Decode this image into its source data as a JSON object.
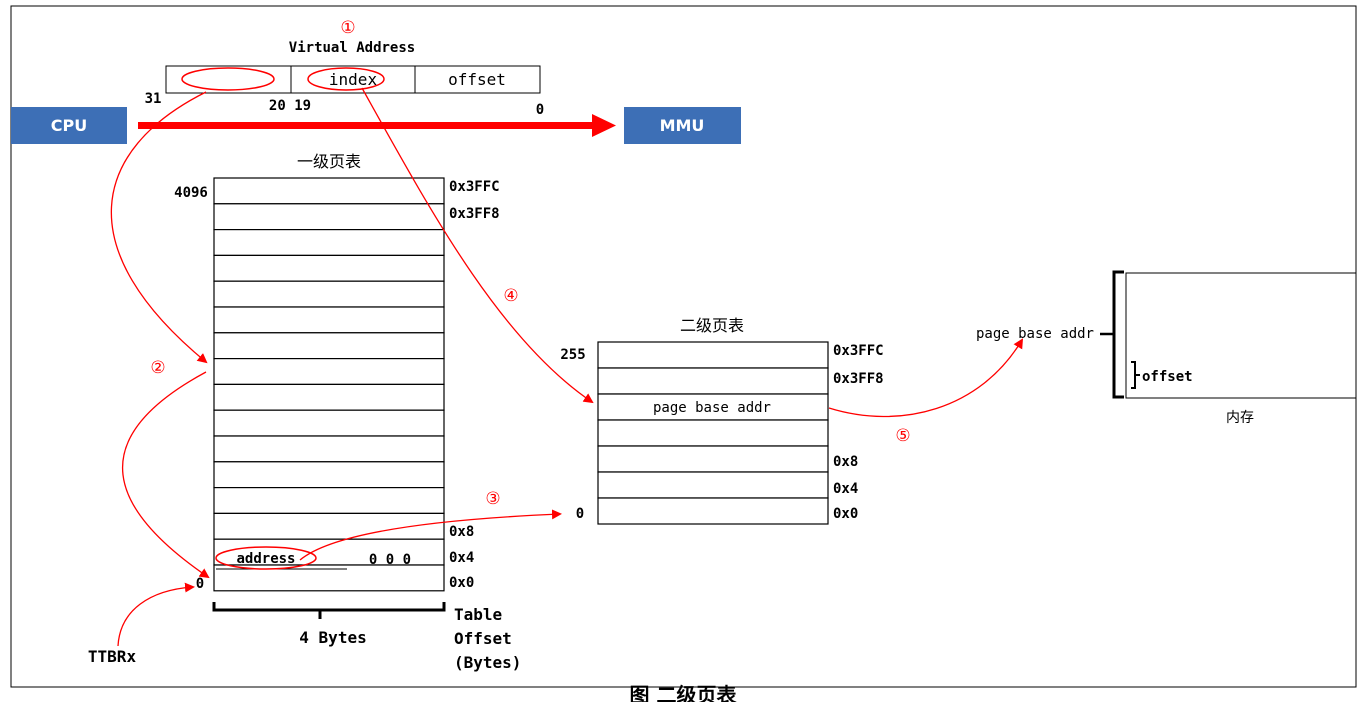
{
  "markers": [
    "①",
    "②",
    "③",
    "④",
    "⑤"
  ],
  "virtual_address": {
    "title": "Virtual Address",
    "field_index": "index",
    "field_offset": "offset",
    "bit_31": "31",
    "bit_20_19": "20 19",
    "bit_0": "0"
  },
  "blocks": {
    "cpu": "CPU",
    "mmu": "MMU"
  },
  "l1_table": {
    "title": "一级页表",
    "count_label": "4096",
    "offsets": [
      "0x3FFC",
      "0x3FF8",
      "0x8",
      "0x4",
      "0x0"
    ],
    "entry_address": "address",
    "entry_zeros": "0 0 0",
    "base_zero": "0",
    "width_label": "4 Bytes",
    "offset_caption": [
      "Table",
      "Offset",
      "(Bytes)"
    ]
  },
  "ttbr": "TTBRx",
  "l2_table": {
    "title": "二级页表",
    "count_label": "255",
    "offsets": [
      "0x3FFC",
      "0x3FF8",
      "0x8",
      "0x4",
      "0x0"
    ],
    "entry_label": "page base addr",
    "base_zero": "0"
  },
  "memory": {
    "base_label": "page base addr",
    "offset_label": "offset",
    "caption": "内存"
  },
  "caption": "图        二级页表",
  "colors": {
    "accent": "#ff0000",
    "block": "#3d6fb6"
  }
}
